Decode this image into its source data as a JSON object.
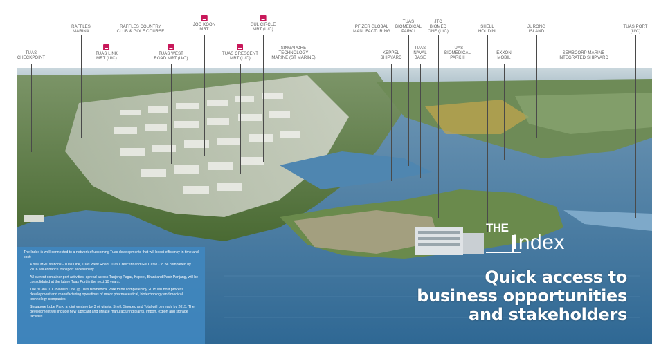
{
  "labels": [
    {
      "id": "tuas-checkpoint",
      "lines": [
        "TUAS",
        "CHECKPOINT"
      ],
      "mrt": false
    },
    {
      "id": "raffles-marina",
      "lines": [
        "RAFFLES",
        "MARINA"
      ],
      "mrt": false
    },
    {
      "id": "tuas-link-mrt",
      "lines": [
        "TUAS LINK",
        "MRT (U/C)"
      ],
      "mrt": true
    },
    {
      "id": "raffles-country-club",
      "lines": [
        "RAFFLES COUNTRY",
        "CLUB & GOLF COURSE"
      ],
      "mrt": false
    },
    {
      "id": "tuas-west-road-mrt",
      "lines": [
        "TUAS WEST",
        "ROAD MRT (U/C)"
      ],
      "mrt": true
    },
    {
      "id": "joo-koon-mrt",
      "lines": [
        "JOO KOON",
        "MRT"
      ],
      "mrt": true
    },
    {
      "id": "tuas-crescent-mrt",
      "lines": [
        "TUAS CRESCENT",
        "MRT (U/C)"
      ],
      "mrt": true
    },
    {
      "id": "gul-circle-mrt",
      "lines": [
        "GUL CIRCLE",
        "MRT (U/C)"
      ],
      "mrt": true
    },
    {
      "id": "singapore-technology-marine",
      "lines": [
        "SINGAPORE",
        "TECHNOLOGY",
        "MARINE (ST MARINE)"
      ],
      "mrt": false
    },
    {
      "id": "pfizer-global-manufacturing",
      "lines": [
        "PFIZER GLOBAL",
        "MANUFACTURING"
      ],
      "mrt": false
    },
    {
      "id": "keppel-shipyard",
      "lines": [
        "KEPPEL",
        "SHIPYARD"
      ],
      "mrt": false
    },
    {
      "id": "tuas-biomedical-park-1",
      "lines": [
        "TUAS",
        "BIOMEDICAL",
        "PARK I"
      ],
      "mrt": false
    },
    {
      "id": "tuas-naval-base",
      "lines": [
        "TUAS",
        "NAVAL",
        "BASE"
      ],
      "mrt": false
    },
    {
      "id": "jtc-biomed-one",
      "lines": [
        "JTC",
        "BIOMED",
        "ONE (U/C)"
      ],
      "mrt": false
    },
    {
      "id": "tuas-biomedical-park-2",
      "lines": [
        "TUAS",
        "BIOMEDICAL",
        "PARK II"
      ],
      "mrt": false
    },
    {
      "id": "shell-houdini",
      "lines": [
        "SHELL",
        "HOUDINI"
      ],
      "mrt": false
    },
    {
      "id": "exxon-mobil",
      "lines": [
        "EXXON",
        "MOBIL"
      ],
      "mrt": false
    },
    {
      "id": "jurong-island",
      "lines": [
        "JURONG",
        "ISLAND"
      ],
      "mrt": false
    },
    {
      "id": "sembcorp-marine",
      "lines": [
        "SEMBCORP MARINE",
        "INTEGRATED SHIPYARD"
      ],
      "mrt": false
    },
    {
      "id": "tuas-port",
      "lines": [
        "TUAS PORT",
        "(U/C)"
      ],
      "mrt": false
    }
  ],
  "infobox": {
    "intro": "The Index is well-connected to a network of upcoming Tuas developments that will boost efficiency in time and cost:",
    "bullets": [
      "4 new MRT stations - Tuas Link, Tuas West Road, Tuas Crescent and Gul Circle - to be completed by 2016 will enhance transport accessibility.",
      "All current container port activities, spread across Tanjong Pagar, Keppel, Brani and Pasir Panjang, will be consolidated at the future Tuas Port in the next 10 years.",
      "The 313ha JTC BioMed One @ Tuas Biomedical Park to be completed by 2015 will host process development and manufacturing operations of major pharmaceutical, biotechnology and medical technology companies.",
      "Singapore Lube Park, a joint venture by 3 oil giants, Shell, Sinopec and Total will be ready by 2015. The development will include new lubricant and grease manufacturing plants, import, export and storage facilities."
    ]
  },
  "logo": {
    "the": "THE",
    "index": "Index"
  },
  "tagline": [
    "Quick access to",
    "business opportunities",
    "and stakeholders"
  ],
  "colors": {
    "infobox": "#4087be",
    "mrt_badge": "#c8185a",
    "water": "#3f7aa8",
    "land": "#5e7e45"
  },
  "icons": {
    "mrt": "mrt-train-icon"
  }
}
